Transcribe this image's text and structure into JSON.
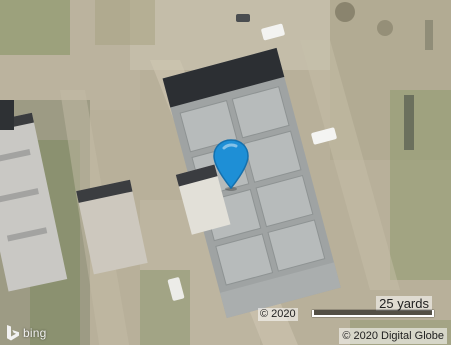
{
  "map": {
    "provider_logo": "bing",
    "pin_icon": "map-pin-icon",
    "pin_color": "#1e8fd6",
    "scale_label": "25 yards",
    "scale_year": "© 2020",
    "copyright": "© 2020 Digital Globe"
  }
}
